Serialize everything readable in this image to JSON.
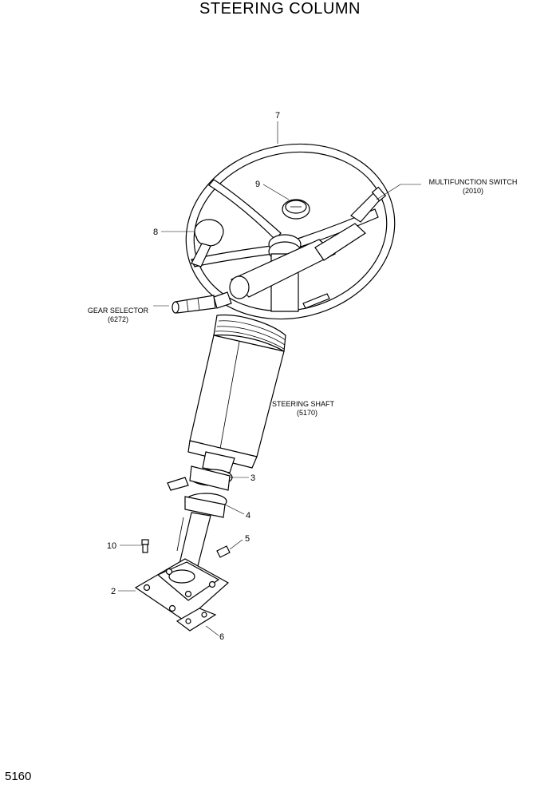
{
  "title": "STEERING COLUMN",
  "page_number": "5160",
  "callouts": {
    "c7": "7",
    "c9": "9",
    "c8": "8",
    "c3": "3",
    "c4": "4",
    "c5": "5",
    "c10": "10",
    "c2": "2",
    "c6": "6"
  },
  "labels": {
    "multifunction_switch": "MULTIFUNCTION SWITCH",
    "multifunction_switch_code": "(2010)",
    "gear_selector": "GEAR SELECTOR",
    "gear_selector_code": "(6272)",
    "steering_shaft": "STEERING SHAFT",
    "steering_shaft_code": "(5170)"
  }
}
